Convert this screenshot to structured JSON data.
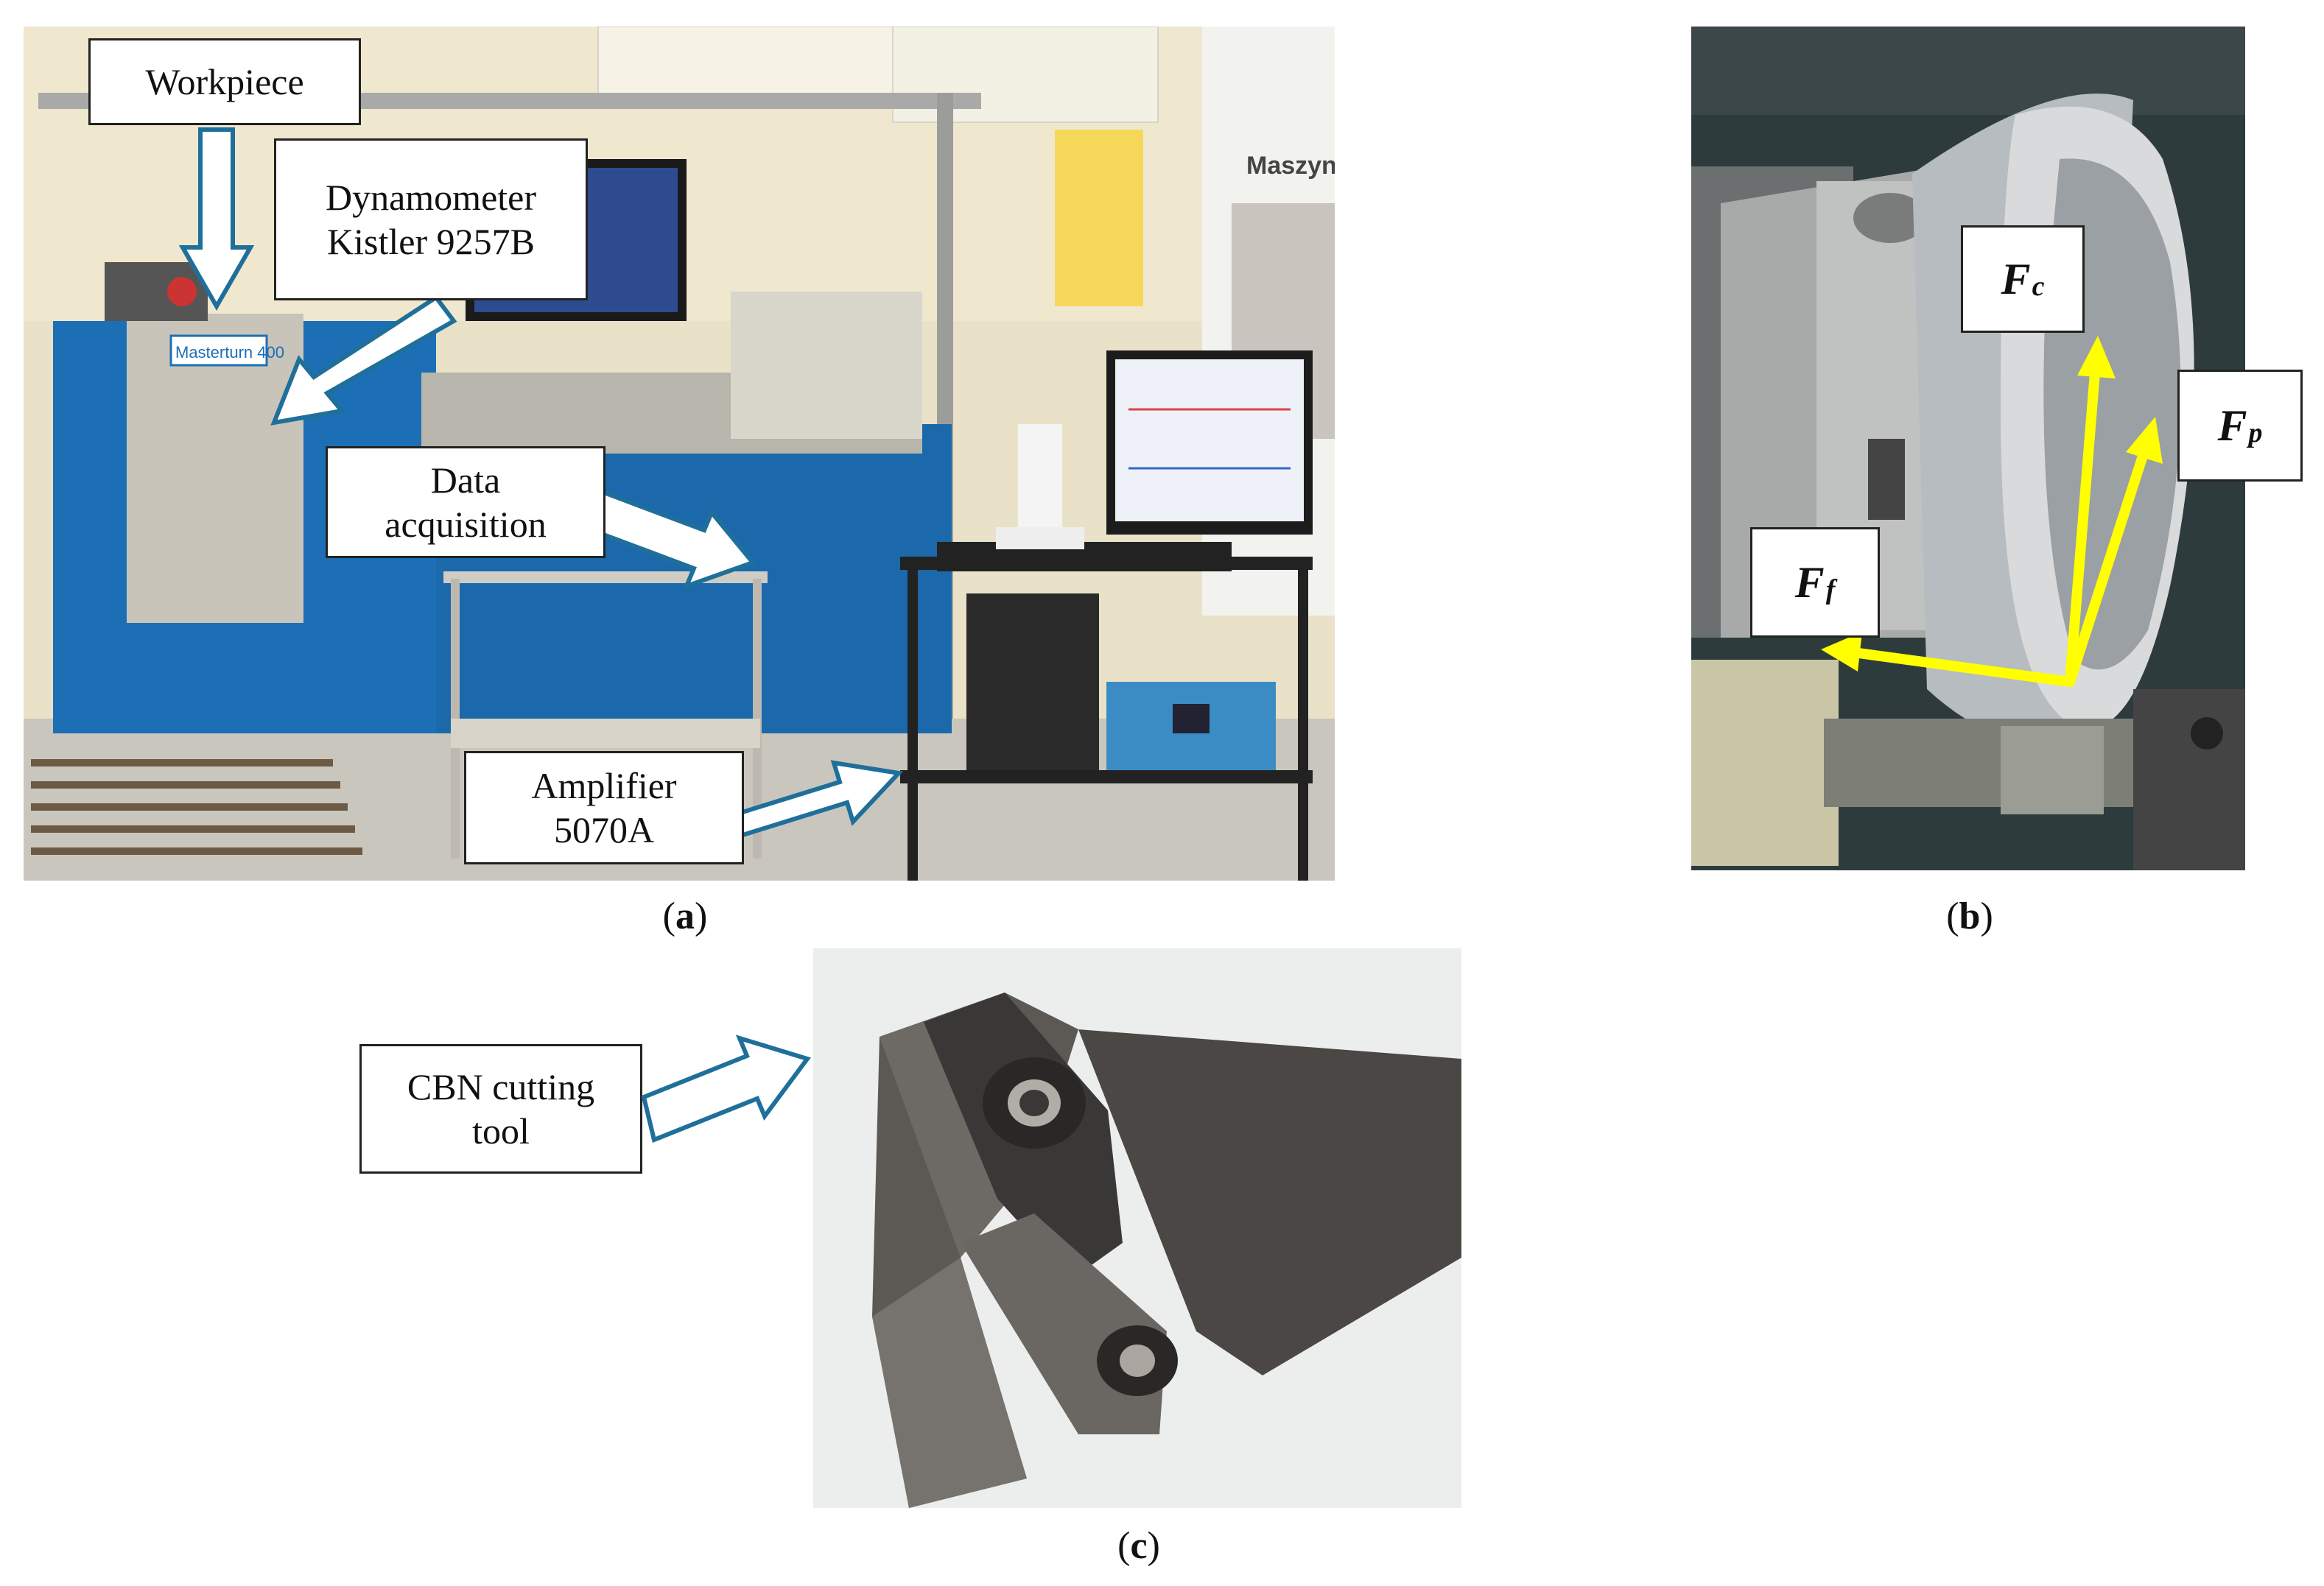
{
  "panel_a": {
    "callouts": {
      "workpiece": "Workpiece",
      "dynamometer_line1": "Dynamometer",
      "dynamometer_line2": "Kistler 9257B",
      "data_acq_line1": "Data",
      "data_acq_line2": "acquisition",
      "amplifier_line1": "Amplifier",
      "amplifier_line2": "5070A"
    },
    "lathe_badge": "Masterturn 400",
    "banner_text": "Maszyny",
    "caption": {
      "open": "(",
      "letter": "a",
      "close": ")"
    }
  },
  "panel_b": {
    "forces": {
      "fc_main": "F",
      "fc_sub": "c",
      "fp_main": "F",
      "fp_sub": "p",
      "ff_main": "F",
      "ff_sub": "f"
    },
    "caption": {
      "open": "(",
      "letter": "b",
      "close": ")"
    }
  },
  "panel_c": {
    "callout_line1": "CBN cutting",
    "callout_line2": "tool",
    "caption": {
      "open": "(",
      "letter": "c",
      "close": ")"
    }
  },
  "colors": {
    "callout_arrow": "#1f6f9b",
    "force_arrow": "#ffff00",
    "lathe_blue": "#1d6fb5"
  }
}
